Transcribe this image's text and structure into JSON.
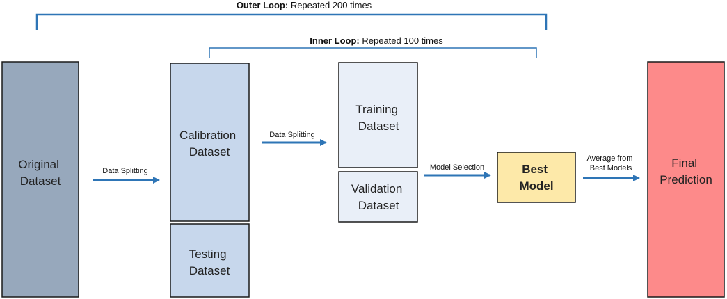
{
  "loops": {
    "outer": {
      "bold": "Outer Loop:",
      "text": " Repeated  200 times"
    },
    "inner": {
      "bold": "Inner Loop:",
      "text": " Repeated 100 times"
    }
  },
  "boxes": {
    "original": {
      "line1": "Original",
      "line2": "Dataset",
      "fill": "#97a8bc"
    },
    "calibration": {
      "line1": "Calibration",
      "line2": "Dataset",
      "fill": "#c7d7ec"
    },
    "testing": {
      "line1": "Testing",
      "line2": "Dataset",
      "fill": "#c7d7ec"
    },
    "training": {
      "line1": "Training",
      "line2": "Dataset",
      "fill": "#e9eff8"
    },
    "validation": {
      "line1": "Validation",
      "line2": "Dataset",
      "fill": "#e9eff8"
    },
    "best_model": {
      "line1": "Best",
      "line2": "Model",
      "fill": "#fde9a9"
    },
    "final": {
      "line1": "Final",
      "line2": "Prediction",
      "fill": "#fd8a8a"
    }
  },
  "arrows": {
    "split1": "Data Splitting",
    "split2": "Data Splitting",
    "selection": "Model Selection",
    "average_line1": "Average from",
    "average_line2": "Best Models"
  },
  "colors": {
    "accent": "#2e75b6",
    "border": "#1a1a1a"
  }
}
